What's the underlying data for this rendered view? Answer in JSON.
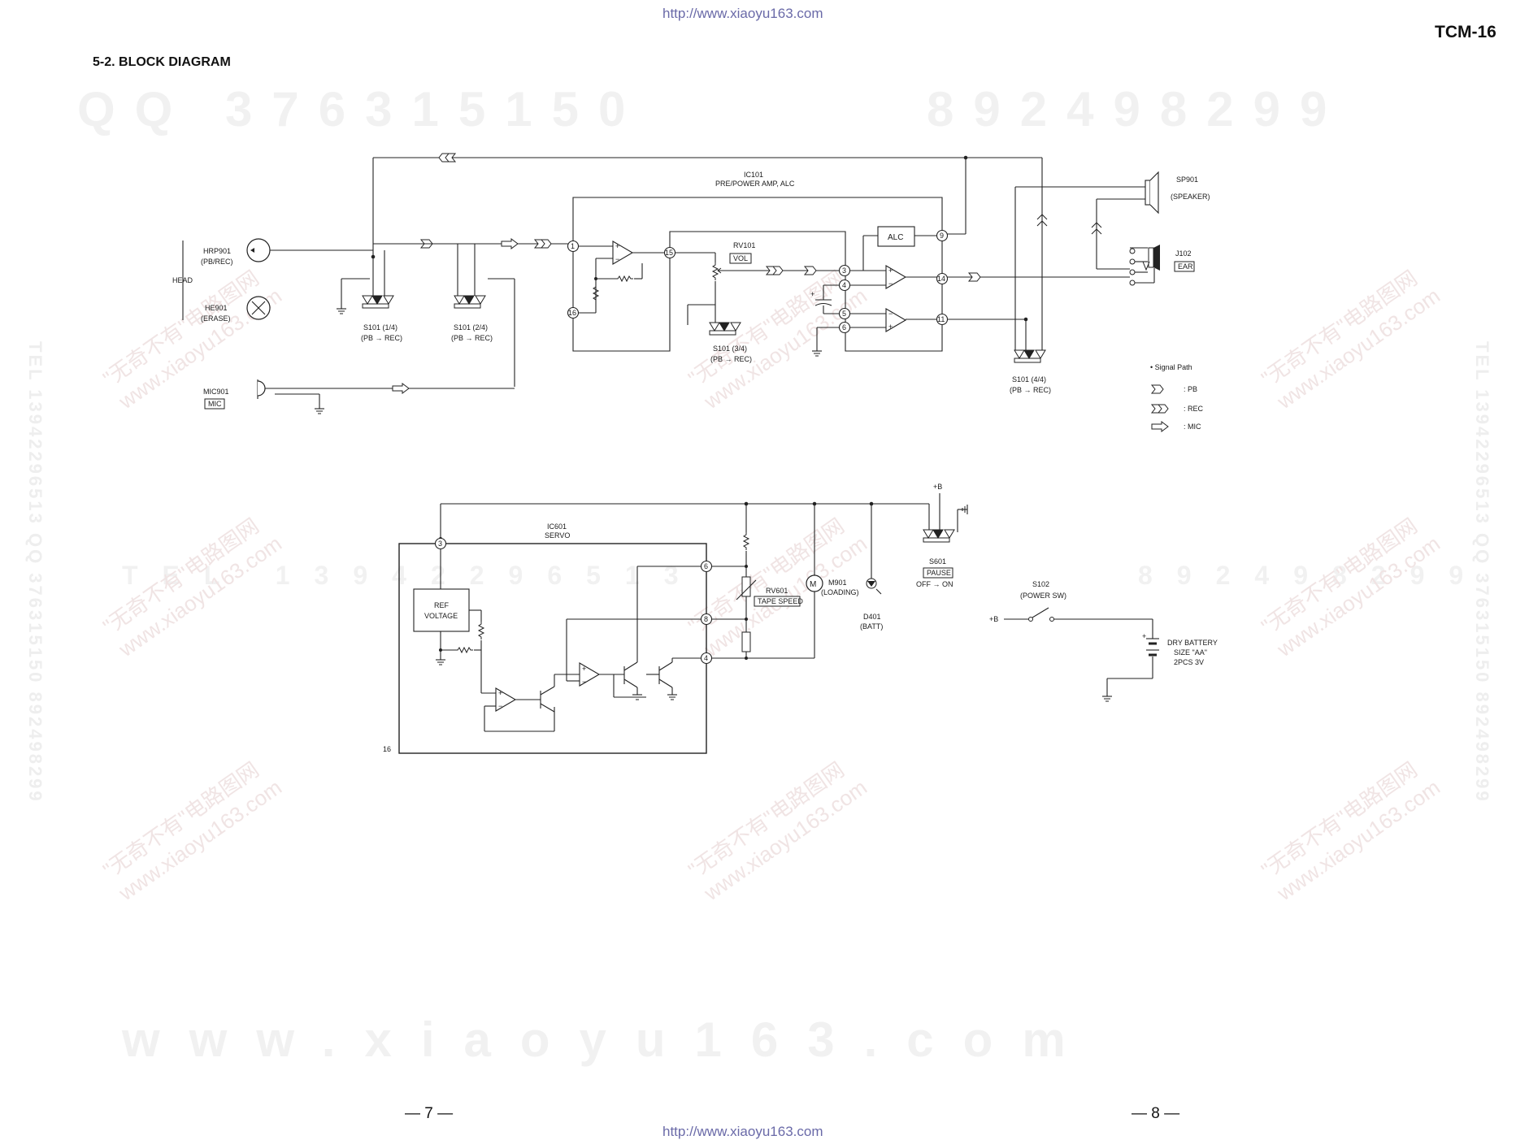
{
  "header": {
    "url_top": "http://www.xiaoyu163.com",
    "model": "TCM-16",
    "section_title": "5-2.  BLOCK DIAGRAM"
  },
  "watermarks": {
    "qq_line": "QQ 376315150",
    "phone_line": "892498299",
    "tel_line": "TEL 13942296513",
    "mid_line": "892498299",
    "site_line": "www.xiaoyu163.com",
    "diag_top": "\"无奇不有\"电路图网",
    "diag_bottom": "www.xiaoyu163.com",
    "vertical_left": "TEL 13942296513  QQ 376315150  892498299",
    "vertical_right": "TEL 13942296513  QQ 376315150  892498299"
  },
  "diagram": {
    "head": {
      "label": "HEAD",
      "hrp": "HRP901",
      "hrp_sub": "(PB/REC)",
      "he": "HE901",
      "he_sub": "(ERASE)"
    },
    "mic": {
      "ref": "MIC901",
      "label": "MIC"
    },
    "s101": {
      "s1": "S101 (1/4)",
      "s2": "S101 (2/4)",
      "s3": "S101 (3/4)",
      "s4": "S101 (4/4)",
      "mode": "(PB → REC)"
    },
    "ic101": {
      "ref": "IC101",
      "desc": "PRE/POWER AMP, ALC",
      "alc": "ALC",
      "pins": [
        "1",
        "16",
        "15",
        "3",
        "4",
        "5",
        "6",
        "9",
        "14",
        "11"
      ]
    },
    "rv101": {
      "ref": "RV101",
      "label": "VOL"
    },
    "sp901": {
      "ref": "SP901",
      "desc": "(SPEAKER)"
    },
    "j102": {
      "ref": "J102",
      "label": "EAR"
    },
    "legend": {
      "title": "• Signal Path",
      "pb": ": PB",
      "rec": ": REC",
      "mic": ": MIC"
    },
    "ic601": {
      "ref": "IC601",
      "desc": "SERVO",
      "ref_block": "REF VOLTAGE",
      "pins": [
        "3",
        "6",
        "8",
        "4",
        "16"
      ]
    },
    "rv601": {
      "ref": "RV601",
      "label": "TAPE SPEED"
    },
    "m901": {
      "symbol": "M",
      "ref": "M901",
      "desc": "(LOADING)"
    },
    "d401": {
      "ref": "D401",
      "desc": "(BATT)"
    },
    "s601": {
      "plusb": "+B",
      "ref": "S601",
      "label": "PAUSE",
      "mode": "OFF → ON"
    },
    "s102": {
      "ref": "S102",
      "desc": "(POWER SW)",
      "plusb": "+B"
    },
    "battery": {
      "line1": "DRY BATTERY",
      "line2": "SIZE \"AA\"",
      "line3": "2PCS    3V"
    }
  },
  "footer": {
    "page_left": "— 7 —",
    "page_right": "— 8 —",
    "url_bottom": "http://www.xiaoyu163.com"
  }
}
